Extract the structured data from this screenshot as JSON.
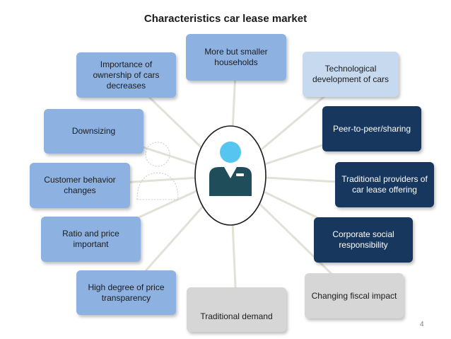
{
  "slide": {
    "title": "Characteristics car lease market",
    "page_number": "4",
    "ghost_caption": "",
    "colors": {
      "light_blue": "#8db2e2",
      "pale_blue": "#c7d9ef",
      "navy": "#17375e",
      "grey": "#d6d6d6",
      "avatar_head": "#56c5f0",
      "avatar_body": "#1f4e5a"
    }
  },
  "center": {
    "icon": "person-icon"
  },
  "boxes": [
    {
      "id": "households",
      "label": "More but smaller\nhouseholds"
    },
    {
      "id": "technology",
      "label": "Technological\ndevelopment of cars"
    },
    {
      "id": "sharing",
      "label": "Peer-to-peer/sharing"
    },
    {
      "id": "traditional-providers",
      "label": "Traditional  providers of\ncar lease offering"
    },
    {
      "id": "csr",
      "label": "Corporate social\nresponsibility"
    },
    {
      "id": "fiscal",
      "label": "Changing fiscal impact"
    },
    {
      "id": "traditional-demand",
      "label": "Traditional demand"
    },
    {
      "id": "price-transparency",
      "label": "High degree of price\ntransparency"
    },
    {
      "id": "ratio-price",
      "label": "Ratio and price\nimportant"
    },
    {
      "id": "customer-behavior",
      "label": "Customer behavior\nchanges"
    },
    {
      "id": "downsizing",
      "label": "Downsizing"
    },
    {
      "id": "ownership",
      "label": "Importance of\nownership of cars\ndecreases"
    }
  ]
}
